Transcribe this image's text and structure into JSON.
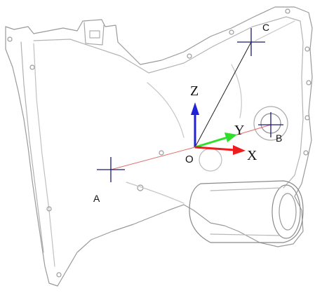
{
  "labels": {
    "a": "A",
    "b": "B",
    "c": "C",
    "o": "O",
    "x": "X",
    "y": "Y",
    "z": "Z"
  },
  "colors": {
    "x_axis": "#ee1c1c",
    "y_axis": "#2ee02a",
    "z_axis": "#1f22d6",
    "crosshair": "#1a1a6e",
    "line_oa": "#e07070",
    "line_oc": "#222222",
    "part_outline": "#9a9a9a"
  },
  "icons": {
    "crosshair_a": "crosshair-icon",
    "crosshair_b": "crosshair-icon",
    "crosshair_c": "crosshair-icon"
  }
}
